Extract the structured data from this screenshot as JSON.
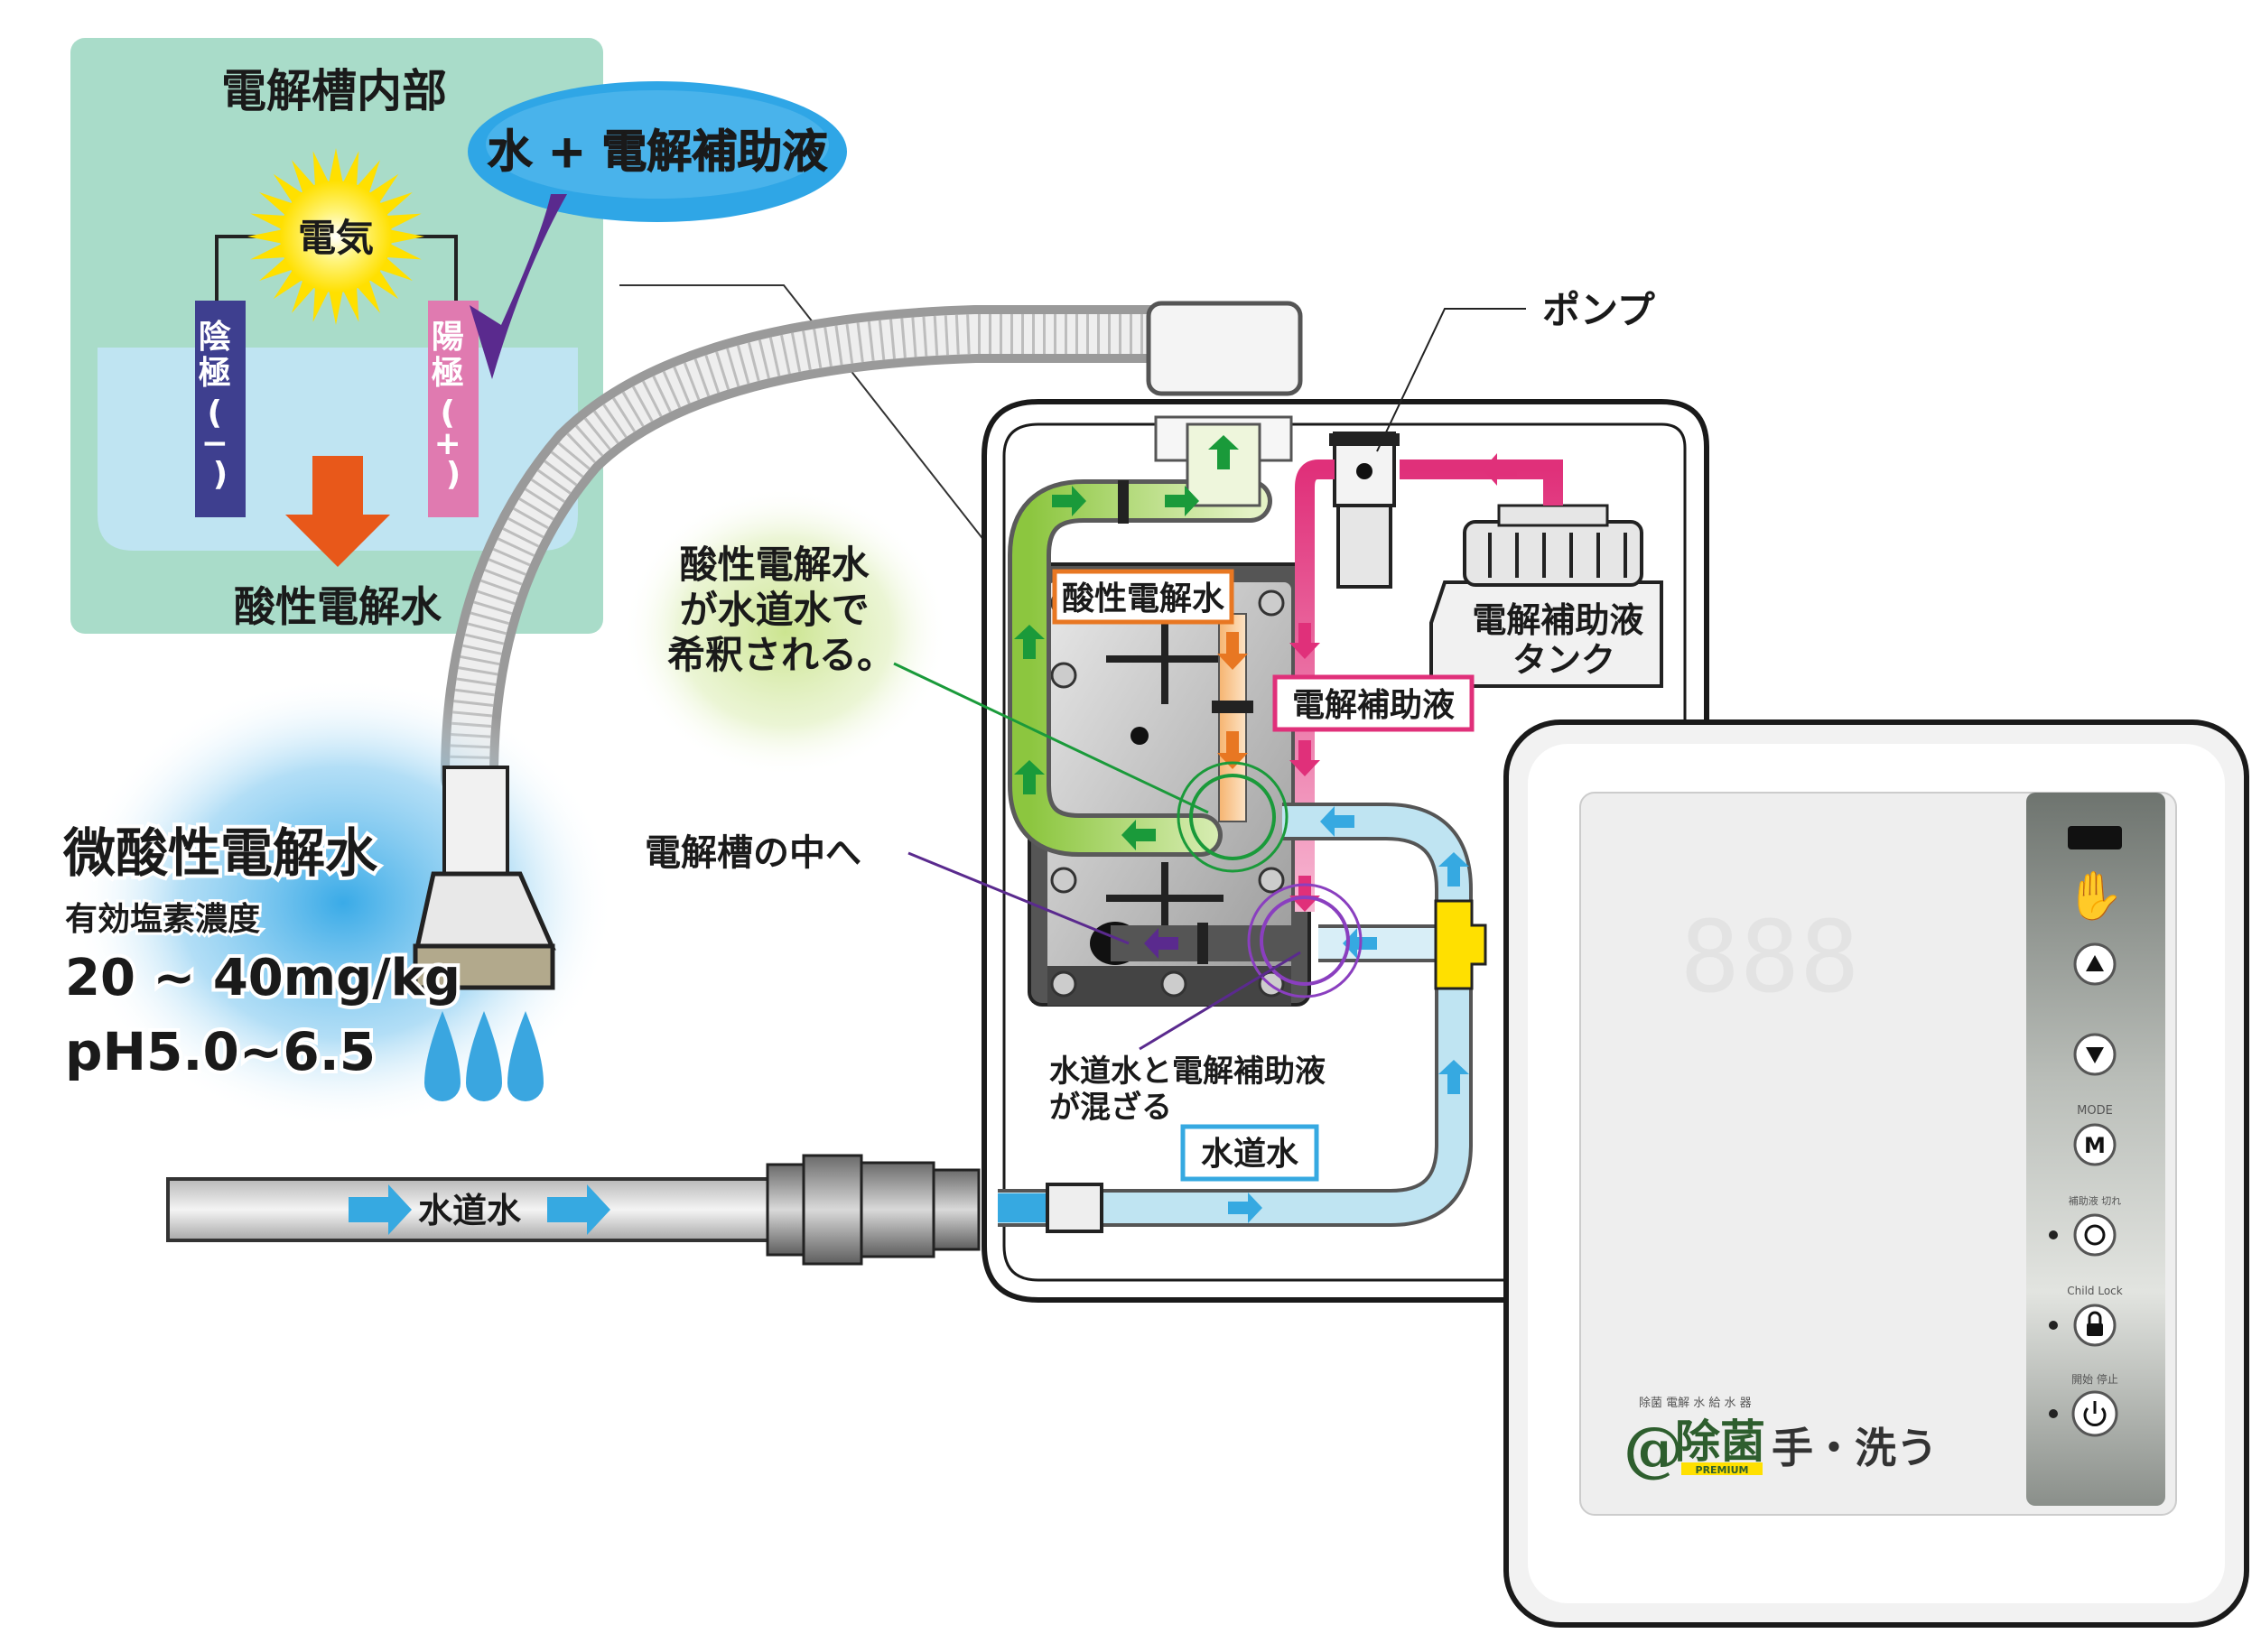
{
  "colors": {
    "inset_bg": "#a9dcc9",
    "water_light": "#bfe4f2",
    "cathode": "#3e3f8f",
    "anode": "#e07ab0",
    "arrow_orange": "#e8581a",
    "bubble_blue": "#2fa6e6",
    "purple": "#5a2a8e",
    "acid_green": "#8cc63f",
    "arrow_green": "#1a9a3a",
    "tap_blue": "#36a9e1",
    "additive_pink": "#e0307a",
    "acid_orange": "#e87722",
    "yellow": "#ffe000",
    "panel_gray": "#8a8f8a"
  },
  "inset": {
    "title": "電解槽内部",
    "input_bubble": "水 + 電解補助液",
    "electricity": "電気",
    "cathode": [
      "陰",
      "極",
      "(",
      "−",
      ")"
    ],
    "anode": [
      "陽",
      "極",
      "(",
      "+",
      ")"
    ],
    "output": "酸性電解水"
  },
  "labels": {
    "pump": "ポンプ",
    "tank": [
      "電解補助液",
      "タンク"
    ],
    "acid_water_box": "酸性電解水",
    "additive_box": "電解補助液",
    "tap_water_box": "水道水",
    "dilution_note": [
      "酸性電解水",
      "が水道水で",
      "希釈される。"
    ],
    "into_cell": "電解槽の中へ",
    "mixing_note": [
      "水道水と電解補助液",
      "が混ざる"
    ],
    "hose_label": "水道水"
  },
  "product": {
    "title": "微酸性電解水",
    "concentration_label": "有効塩素濃度",
    "concentration": "20 ~ 40mg/kg",
    "ph": "pH5.0~6.5"
  },
  "device": {
    "display": "888",
    "mode_label": "MODE",
    "mode_button": "M",
    "reset_label": "補助液 切れ",
    "child_lock_label": "Child Lock",
    "start_stop_label": "開始 停止",
    "brand_small": "除菌 電解 水 給 水 器",
    "brand_at": "@",
    "brand_name": "除菌",
    "brand_premium": "PREMIUM",
    "brand_suffix": "手・洗う"
  }
}
